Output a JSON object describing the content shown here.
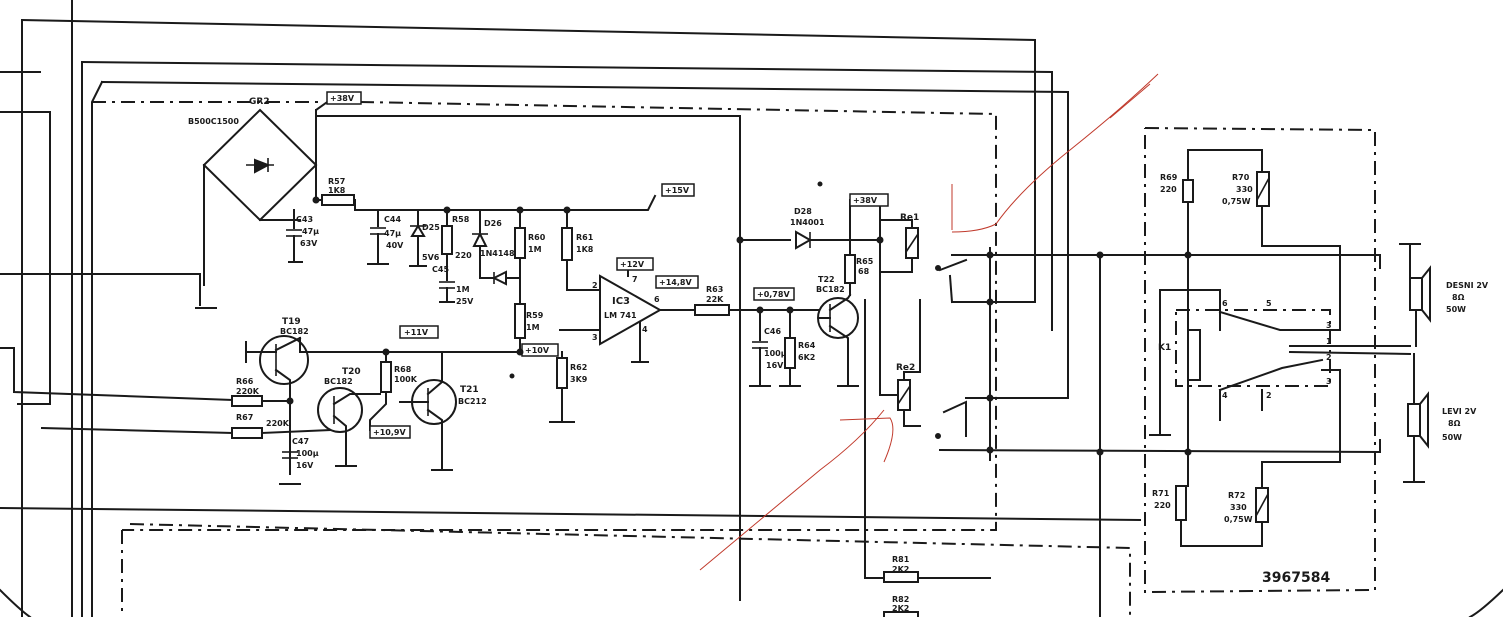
{
  "labels": {
    "bridge_ref": "GR2",
    "bridge_part": "B500C1500",
    "rail_38": "+38V",
    "rail_15": "+15V",
    "rail_12": "+12V",
    "rail_14_8": "+14,8V",
    "rail_0_78": "+0,78V",
    "rail_38b": "+38V",
    "rail_11": "+11V",
    "rail_10_9": "+10,9V",
    "rail_10": "+10V",
    "r57": "R57",
    "r57v": "1K8",
    "c43": "C43",
    "c43v": "47µ",
    "c43w": "63V",
    "c44": "C44",
    "c44v": "47µ",
    "c44w": "40V",
    "d25": "D25",
    "d25v": "5V6",
    "r58": "R58",
    "r58v": "220",
    "d26": "D26",
    "d27": "1N4148",
    "r60": "R60",
    "r60v": "1M",
    "r61": "R61",
    "r61v": "1K8",
    "c45": "C45",
    "c45v": "1M",
    "c45w": "25V",
    "r59": "R59",
    "r59v": "1M",
    "ic3": "IC3",
    "ic3v": "LM 741",
    "r62": "R62",
    "r62v": "3K9",
    "r63": "R63",
    "r63v": "22K",
    "d28": "D28",
    "d28v": "1N4001",
    "r65": "R65",
    "r65v": "68",
    "t22": "T22",
    "t22v": "BC182",
    "c46": "C46",
    "c46v": "100µ",
    "c46w": "16V",
    "r64": "R64",
    "r64v": "6K2",
    "re1": "Re1",
    "re2": "Re2",
    "t19": "T19",
    "t19v": "BC182",
    "t20": "T20",
    "t20v": "BC182",
    "t21": "T21",
    "t21v": "BC212",
    "r66": "R66",
    "r66v": "220K",
    "r67": "R67",
    "r67v": "220K",
    "r68": "R68",
    "r68v": "100K",
    "c47": "C47",
    "c47v": "100µ",
    "c47w": "16V",
    "r69": "R69",
    "r69v": "220",
    "r70": "R70",
    "r70v": "330",
    "r70w": "0,75W",
    "r71": "R71",
    "r71v": "220",
    "r72": "R72",
    "r72v": "330",
    "r72w": "0,75W",
    "k1": "K1",
    "pin6": "6",
    "pin5": "5",
    "pin4": "4",
    "pin2": "2",
    "pin3": "3",
    "pin1": "1",
    "pin2b": "2",
    "pin3b": "3",
    "right_spk": "DESNI 2V",
    "right_imp": "8Ω",
    "right_pow": "50W",
    "left_spk": "LEVI 2V",
    "left_imp": "8Ω",
    "left_pow": "50W",
    "r81": "R81",
    "r81v": "2K2",
    "r82": "R82",
    "r82v": "2K2",
    "board_id": "3967584",
    "ic_pin2": "2",
    "ic_pin3": "3",
    "ic_pin4": "4",
    "ic_pin6": "6",
    "ic_pin7": "7"
  },
  "colors": {
    "ink": "#1a1a1a",
    "annotation": "#c0392b",
    "paper": "#ffffff"
  }
}
